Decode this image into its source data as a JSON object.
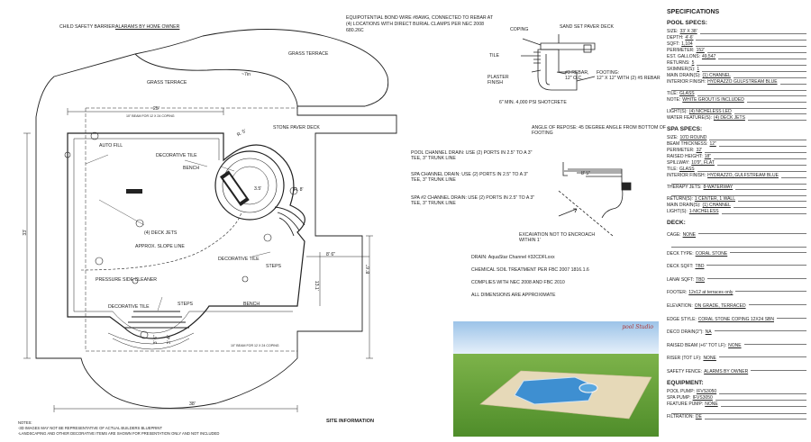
{
  "plan_labels": {
    "child_safety": "CHILD SAFETY BARRIER:",
    "child_safety_value": "ALARAMS BY HOME OWNER",
    "grass_terrace_top": "GRASS TERRACE",
    "grass_terrace_left": "GRASS TERRACE",
    "dim_7in": "~7in",
    "stone_paver_deck": "STONE PAVER DECK",
    "dim_25": "25'",
    "beam_top": "10\" BEAM FOR 12 X 24 COPING",
    "auto_fill": "AUTO FILL",
    "decorative_tile_1": "DECORATIVE TILE",
    "bench_1": "BENCH",
    "deck_jets": "(4) DECK JETS",
    "slope_line": "APPROX. SLOPE LINE",
    "decorative_tile_2": "DECORATIVE TILE",
    "steps_1": "STEPS",
    "pressure_cleaner": "PRESSURE SIDE CLEANER",
    "decorative_tile_3": "DECORATIVE TILE",
    "steps_2": "STEPS",
    "bench_2": "BENCH",
    "beam_bottom": "10\" BEAM FOR 12 X 24 COPING",
    "dim_33": "33'",
    "dim_38": "38'",
    "dim_8_6a": "8' 6\"",
    "dim_8_6b": "8' 6\"",
    "dim_3_5": "3.5'",
    "dim_r5": "R. 5'",
    "dim_r8": "R. 8'",
    "dim_3_6": "3' 6\"",
    "dim_13_1": "13.1'",
    "dim_3_4": "3' 4\"",
    "site_information": "SITE INFORMATION"
  },
  "notes": {
    "heading": "NOTES:",
    "line1": "-3D IMAGES MAY NOT BE REPRESENTATIVE OF ACTUAL BUILDERS BLUEPRINT",
    "line2": "-LANDSCAPING AND OTHER DECORATIVE ITEMS ARE SHOWN FOR PRESENTATION ONLY AND NOT INCLUDED"
  },
  "detail": {
    "bond_wire": "EQUIPOTENTIAL BOND WIRE #8AWG, CONNECTED TO REBAR AT",
    "bond_wire2": "(4) LOCATIONS WITH DIRECT BURIAL CLAMPS PER NEC 2008",
    "bond_wire3": "680.26C",
    "sand_set": "SAND SET PAVER DECK",
    "coping": "COPING",
    "tile": "TILE",
    "plaster": "PLASTER",
    "finish": "FINISH",
    "rebar": "#3 REBAR,",
    "rebar2": "12\" O.C.",
    "footing": "FOOTING:",
    "footing2": "12\" X 12\" WITH (2) #5 REBAR",
    "shotcrete": "6\" MIN. 4,000 PSI SHOTCRETE",
    "repose": "ANGLE OF REPOSE: 45 DEGREE ANGLE FROM BOTTOM OF",
    "repose2": "FOOTING",
    "pool_drain": "POOL CHANNEL DRAIN: USE (2) PORTS IN 2.5\" TO A 3\"",
    "pool_drain2": "TEE, 3\" TRUNK LINE",
    "spa_drain": "SPA CHANNEL DRAIN: USE (2) PORTS IN 2.5\" TO A 3\"",
    "spa_drain2": "TEE, 3\" TRUNK LINE",
    "spa2_drain": "SPA #2 CHANNEL DRAIN: USE (2) PORTS IN 2.5\" TO A 3\"",
    "spa2_drain2": "TEE, 3\" TRUNK LINE",
    "dim_8_5": "8' 5\"",
    "excavation": "EXCAVATION NOT TO ENCROACH",
    "excavation2": "WITHIN 1'",
    "drain": "DRAIN: AquaStar Channel #32CDFLxxx",
    "chemical": "CHEMICAL SOIL TREATMENT PER FBC 2007 1816.1.6",
    "complies": "COMPLIES WITH NEC 2008 AND FBC 2010",
    "approx": "ALL DIMENSIONS ARE APPROXIMATE"
  },
  "render_signature": "pool Studio",
  "specs": {
    "title": "SPECIFICATIONS",
    "pool_heading": "POOL SPECS:",
    "pool": [
      {
        "k": "SIZE:",
        "v": "33' X 38'"
      },
      {
        "k": "DEPTH:",
        "v": "4'-6'"
      },
      {
        "k": "SQFT:",
        "v": "1,104"
      },
      {
        "k": "PERIMETER:",
        "v": "152'"
      },
      {
        "k": "EST. GALLONS:",
        "v": "49,547"
      },
      {
        "k": "RETURNS:",
        "v": "5"
      },
      {
        "k": "SKIMMER(S):",
        "v": "1"
      },
      {
        "k": "MAIN DRAIN(S):",
        "v": "(1) CHANNEL"
      },
      {
        "k": "INTERIOR FINISH:",
        "v": "HYDRAZZO GULFSTREAM BLUE"
      },
      {
        "k": "",
        "v": ""
      },
      {
        "k": "TILE:",
        "v": "GLASS"
      },
      {
        "k": "NOTE:",
        "v": "WHITE GROUT IS INCLUDED"
      },
      {
        "k": "",
        "v": ""
      },
      {
        "k": "LIGHT(S):",
        "v": "(4) NICHELESS LED"
      },
      {
        "k": "WATER FEATURE(S):",
        "v": "(4) DECK JETS"
      }
    ],
    "spa_heading": "SPA SPECS:",
    "spa": [
      {
        "k": "SIZE:",
        "v": "10'D ROUND"
      },
      {
        "k": "BEAM THICKNESS:",
        "v": "12\""
      },
      {
        "k": "PERIMETER:",
        "v": "32'"
      },
      {
        "k": "RAISED HEIGHT:",
        "v": "18\""
      },
      {
        "k": "SPILLWAY:",
        "v": "10'9\", FLAT"
      },
      {
        "k": "TILE:",
        "v": "GLASS"
      },
      {
        "k": "INTERIOR FINISH:",
        "v": "HYDRAZZO, GULFSTREAM BLUE"
      },
      {
        "k": "",
        "v": ""
      },
      {
        "k": "THERAPY JETS:",
        "v": "8-WATERWAY"
      },
      {
        "k": "",
        "v": ""
      },
      {
        "k": "RETURN(S):",
        "v": "1 CENTER, 1 WALL"
      },
      {
        "k": "MAIN DRAIN(S):",
        "v": "(1) CHANNEL"
      },
      {
        "k": "LIGHT(S):",
        "v": "1-NICHELESS"
      }
    ],
    "deck_heading": "DECK:",
    "deck": [
      {
        "k": "CAGE:",
        "v": "NONE"
      },
      {
        "k": "",
        "v": ""
      },
      {
        "k": "DECK TYPE:",
        "v": "CORAL STONE"
      },
      {
        "k": "DECK SQFT:",
        "v": "TBD"
      },
      {
        "k": "LANAI SQFT:",
        "v": "TBD"
      },
      {
        "k": "FOOTER:",
        "v": "12x12 at terraces only"
      },
      {
        "k": "ELEVATION:",
        "v": "ON GRADE, TERRACED"
      },
      {
        "k": "EDGE STYLE:",
        "v": "CORAL STONE COPING 12X24 SBN"
      },
      {
        "k": "DECO DRAIN(2\"):",
        "v": "NA"
      },
      {
        "k": "RAISED BEAM (+6\" TOT LF):",
        "v": "NONE"
      },
      {
        "k": "RISER (TOT LF):",
        "v": "NONE"
      },
      {
        "k": "SAFETY FENCE:",
        "v": "ALARMS BY OWNER"
      }
    ],
    "equip_heading": "EQUIPMENT:",
    "equipment": [
      {
        "k": "POOL PUMP:",
        "v": "IFVS3050"
      },
      {
        "k": "SPA PUMP:",
        "v": "IFVS3050"
      },
      {
        "k": "FEATURE PUMP:",
        "v": "NONE"
      },
      {
        "k": "",
        "v": ""
      },
      {
        "k": "FILTRATION:",
        "v": "DE"
      }
    ]
  }
}
